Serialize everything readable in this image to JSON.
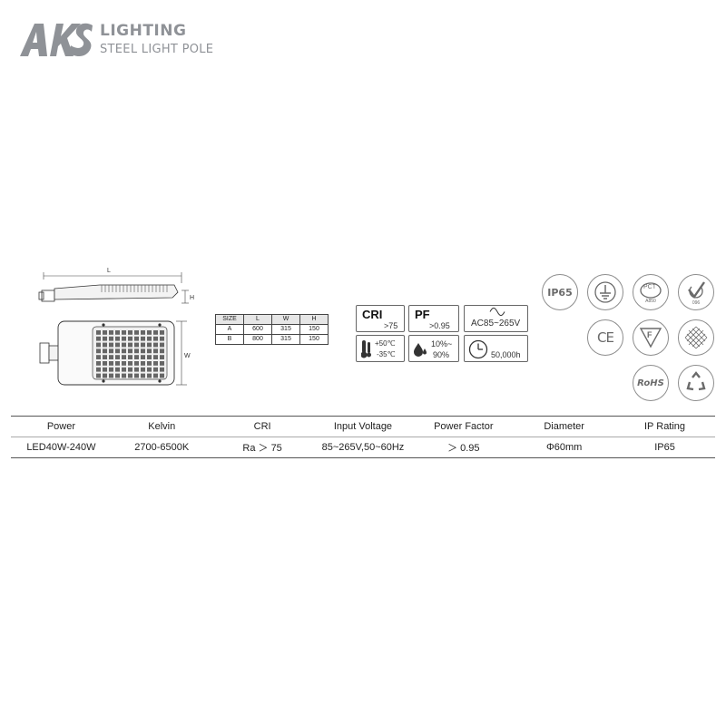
{
  "brand": {
    "logo_text": "AKS",
    "title": "LIGHTING",
    "subtitle": "STEEL LIGHT POLE"
  },
  "drawing": {
    "label_length": "L",
    "label_height": "H",
    "label_width": "W"
  },
  "size_table": {
    "headers": [
      "SIZE",
      "L",
      "W",
      "H"
    ],
    "rows": [
      [
        "A",
        "600",
        "315",
        "150"
      ],
      [
        "B",
        "800",
        "315",
        "150"
      ]
    ]
  },
  "specs": {
    "cri": {
      "label": "CRI",
      "value": ">75"
    },
    "pf": {
      "label": "PF",
      "value": ">0.95"
    },
    "voltage": {
      "value": "AC85~265V",
      "icon": "sine-wave-icon"
    },
    "temperature": {
      "high": "+50℃",
      "low": "-35℃",
      "icon": "thermometer-icon"
    },
    "humidity": {
      "line1": "10%~",
      "line2": "90%",
      "icon": "water-drop-icon"
    },
    "lifetime": {
      "value": "50,000h",
      "icon": "clock-icon"
    }
  },
  "certifications": {
    "ip": "IP65",
    "pct_caption": "PCT",
    "pct_sub": "A850",
    "c_tick_caption": "096",
    "ce": "CE",
    "f_mark": "F",
    "rohs": "RoHS"
  },
  "spec_table": {
    "headers": [
      "Power",
      "Kelvin",
      "CRI",
      "Input Voltage",
      "Power Factor",
      "Diameter",
      "IP Rating"
    ],
    "row": [
      "LED40W-240W",
      "2700-6500K",
      "Ra ＞ 75",
      "85~265V,50~60Hz",
      "＞ 0.95",
      "Φ60mm",
      "IP65"
    ]
  },
  "colors": {
    "brand_gray": "#8f9297",
    "line": "#555555"
  }
}
